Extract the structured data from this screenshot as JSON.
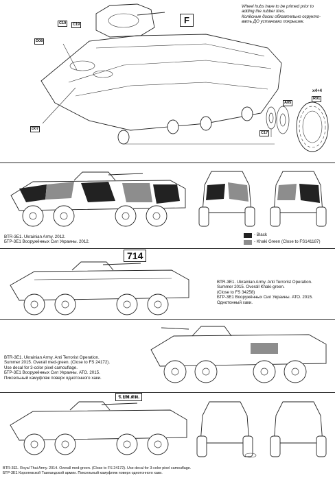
{
  "step": {
    "letter": "F"
  },
  "note": {
    "en_line1": "Wheel hubs have to be primed prior to",
    "en_line2": "adding the rubber tires.",
    "ru_line1": "Колёсные диски обязательно огрунто-",
    "ru_line2": "вать ДО установки покрышек."
  },
  "parts": {
    "c19a": "C19",
    "c19b": "C19",
    "d08": "D08",
    "d07": "D07",
    "a05": "A05",
    "c17": "C17",
    "r01": "R01",
    "qty": "x4+4"
  },
  "legend": {
    "black": "- Black",
    "khaki": "- Khaki Green (Close to FS141187)",
    "colors": {
      "black": "#222222",
      "khaki": "#8d8d8d"
    }
  },
  "schemes": {
    "s1": {
      "en": "BTR-3E1. Ukrainian Army. 2012.",
      "ru": "БТР-3Е1 Вооружённых Сил Украины. 2012."
    },
    "s2": {
      "number": "714",
      "line1": "BTR-3E1. Ukrainian Army. Anti Terrorist Operation.",
      "line2": "Summer 2015. Overall Khaki-green.",
      "line3": "(Close to FS 34258)",
      "line4": "БТР-3Е1 Вооружённых Сил Украины. АТО. 2015.",
      "line5": "Однотонный хаки."
    },
    "s3": {
      "line1": "BTR-3E1. Ukrainian Army. Anti Terrorist Operation.",
      "line2": "Summer 2015. Overall med-green. (Close to FS 24172).",
      "line3": "Use decal for 3-color pixel camouflage.",
      "line4": "БТР-3Е1 Вооружённых Сил Украины. АТО. 2015.",
      "line5": "Пиксельный камуфляж поверх однотонного хаки."
    },
    "s4": {
      "plate": "ร.ยพ.ดห.",
      "en": "BTR-3E1. Royal Thai Army. 2014. Overall med-green. (Close to FS 24172). Use decal for 3-color pixel camouflage.",
      "ru": "БТР-3Е1 Королевской Таиландской армии. Пиксельный камуфляж поверх однотонного хаки."
    }
  }
}
